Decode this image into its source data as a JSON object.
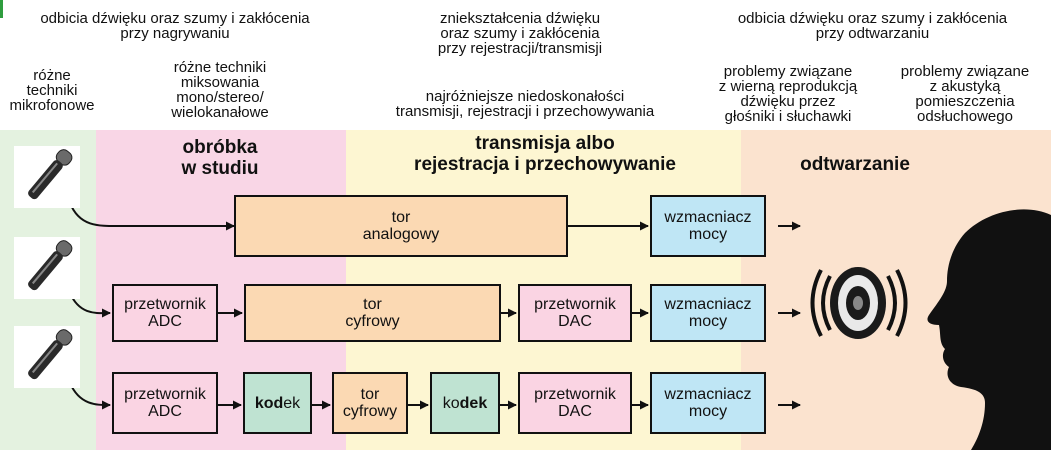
{
  "notes": {
    "recording": "odbicia dźwięku oraz szumy i zakłócenia\nprzy nagrywaniu",
    "transmission": "zniekształcenia dźwięku\noraz szumy i zakłócenia\nprzy rejestracji/transmisji",
    "playback": "odbicia dźwięku oraz szumy i zakłócenia\nprzy odtwarzaniu",
    "mic_techniques": "różne\ntechniki\nmikrofonowe",
    "mixing_techniques": "różne techniki\nmiksowania\nmono/stereo/\nwielokanałowe",
    "imperfections": "najróżniejsze niedoskonałości\ntransmisji, rejestracji i przechowywania",
    "speaker_problems": "problemy związane\nz wierną reprodukcją\ndźwięku przez\ngłośniki i słuchawki",
    "room_problems": "problemy związane\nz akustyką\npomieszczenia\nodsłuchowego"
  },
  "sections": {
    "studio": "obróbka\nw studiu",
    "transmission": "transmisja albo\nrejestracja i przechowywanie",
    "playback": "odtwarzanie"
  },
  "boxes": {
    "analog_path": "tor\nanalogowy",
    "digital_path": "tor\ncyfrowy",
    "digital_short": "tor\ncyfrowy",
    "adc": "przetwornik\nADC",
    "dac": "przetwornik\nDAC",
    "amplifier": "wzmacniacz\nmocy",
    "codec_bold": "kod",
    "codec_rest": "ek",
    "decoder_prefix": "ko",
    "decoder_bold": "dek"
  },
  "colors": {
    "mic_zone": "#e4f2e0",
    "studio_zone": "#f9d6e6",
    "transmission_zone": "#fdf6d2",
    "playback_zone": "#fbe3cf",
    "accent_bar": "#2f9d3e"
  },
  "icons": {
    "microphone": "microphone-icon",
    "speaker": "loudspeaker-icon",
    "listener": "human-head-silhouette-icon"
  }
}
